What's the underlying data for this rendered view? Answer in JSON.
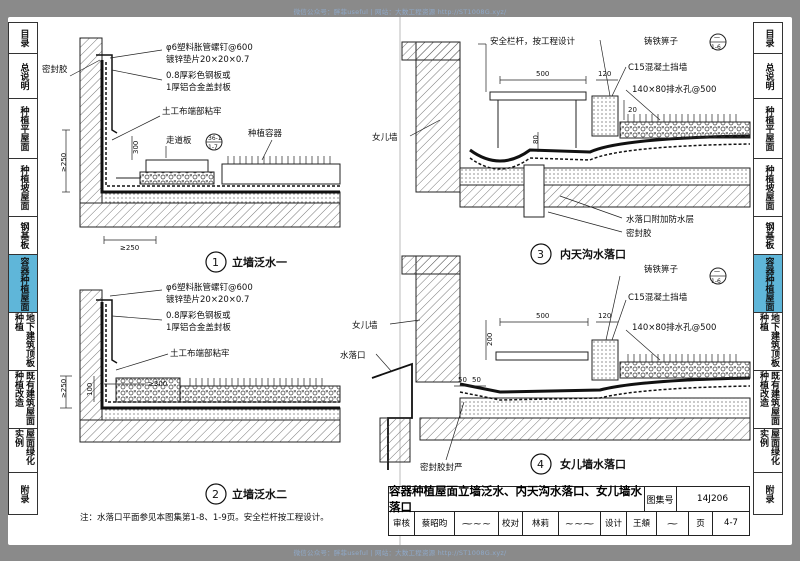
{
  "watermark": "微信公众号：胖菲useful  |  网站：大数工程资源 http://ST1008G.xyz/",
  "tabs_left": [
    "目录",
    "总说明",
    "种植平屋面",
    "种植坡屋面",
    "钢基板",
    "容器种植屋面",
    "地下建筑顶板种植",
    "既有建筑屋面种植改造",
    "屋面绿化实例",
    "附录"
  ],
  "tabs_right": [
    "目录",
    "总说明",
    "种植平屋面",
    "种植坡屋面",
    "钢基板",
    "容器种植屋面",
    "地下建筑顶板种植",
    "既有建筑屋面种植改造",
    "屋面绿化实例",
    "附录"
  ],
  "active_tab": "容器种植屋面",
  "detail1": {
    "label_seal": "密封胶",
    "label_nail": "φ6塑料胀管螺钉@600",
    "label_washer": "镀锌垫片20×20×0.7",
    "label_plate1": "0.8厚彩色钢板或",
    "label_plate2": "1厚铝合金盖封板",
    "label_cloth": "土工布端部粘牢",
    "label_walkway": "走道板",
    "label_ref_top": "36-1",
    "label_ref_bot": "1-7",
    "label_container": "种植容器",
    "dim_300": "300",
    "dim_250v": "≥250",
    "dim_250h": "≥250",
    "number": "1",
    "title": "立墙泛水一"
  },
  "detail2": {
    "label_nail": "φ6塑料胀管螺钉@600",
    "label_washer": "镀锌垫片20×20×0.7",
    "label_plate1": "0.8厚彩色钢板或",
    "label_plate2": "1厚铝合金盖封板",
    "label_cloth": "土工布端部粘牢",
    "dim_300": "≥300",
    "dim_100": "100",
    "dim_250v": "≥250",
    "number": "2",
    "title": "立墙泛水二"
  },
  "detail3": {
    "label_rail": "安全栏杆，按工程设计",
    "label_grate": "铸铁箅子",
    "label_ref_top": "一",
    "label_ref_bot": "1-6",
    "label_c15": "C15混凝土挡墙",
    "label_hole": "140×80排水孔@500",
    "label_parapet": "女儿墙",
    "label_drain_add": "水落口附加防水层",
    "label_seal": "密封胶",
    "dim_500": "500",
    "dim_120": "120",
    "dim_20": "20",
    "dim_80": "80",
    "number": "3",
    "title": "内天沟水落口"
  },
  "detail4": {
    "label_grate": "铸铁箅子",
    "label_ref_top": "一",
    "label_ref_bot": "1-6",
    "label_c15": "C15混凝土挡墙",
    "label_hole": "140×80排水孔@500",
    "label_parapet": "女儿墙",
    "label_outlet": "水落口",
    "label_seal": "密封胶封严",
    "dim_500": "500",
    "dim_120": "120",
    "dim_200": "200",
    "dim_50a": "50",
    "dim_50b": "50",
    "number": "4",
    "title": "女儿墙水落口"
  },
  "note": "注：水落口平面参见本图集第1-8、1-9页。安全栏杆按工程设计。",
  "title_block": {
    "title": "容器种植屋面立墙泛水、内天沟水落口、女儿墙水落口",
    "atlas_label": "图集号",
    "atlas_no": "14J206",
    "review_label": "审核",
    "reviewer": "蔡昭昀",
    "check_label": "校对",
    "checker": "林莉",
    "design_label": "设计",
    "designer": "王頫",
    "page_label": "页",
    "page_no": "4-7"
  }
}
